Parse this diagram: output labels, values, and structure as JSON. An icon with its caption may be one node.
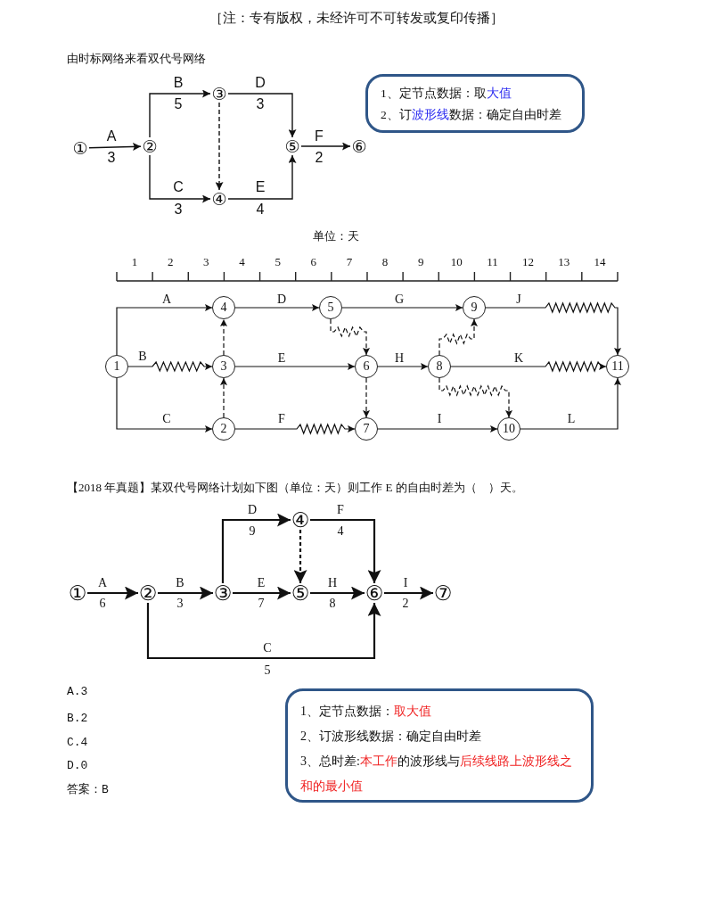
{
  "diagram": {
    "nodes": [
      {
        "text": [
          "①"
        ]
      },
      {
        "text": [
          "②"
        ]
      },
      {
        "text": [
          "③"
        ]
      },
      {
        "text": [
          "④"
        ]
      },
      {
        "text": [
          "⑤"
        ]
      },
      {
        "text": [
          "⑥"
        ]
      },
      {
        "text": [
          "1、定节点数据：取**大值**",
          "2、订**波形线**数据：确定自由时差"
        ]
      },
      {
        "text": [
          "1"
        ]
      },
      {
        "text": [
          "2"
        ]
      },
      {
        "text": [
          "3"
        ]
      },
      {
        "text": [
          "4"
        ]
      },
      {
        "text": [
          "5"
        ]
      },
      {
        "text": [
          "6"
        ]
      },
      {
        "text": [
          "7"
        ]
      },
      {
        "text": [
          "8"
        ]
      },
      {
        "text": [
          "9"
        ]
      },
      {
        "text": [
          "10"
        ]
      },
      {
        "text": [
          "11"
        ]
      },
      {
        "text": [
          "①"
        ]
      },
      {
        "text": [
          "②"
        ]
      },
      {
        "text": [
          "③"
        ]
      },
      {
        "text": [
          "④"
        ]
      },
      {
        "text": [
          "⑤"
        ]
      },
      {
        "text": [
          "⑥"
        ]
      },
      {
        "text": [
          "⑦"
        ]
      },
      {
        "text": [
          "1、定节点数据：**取大值**",
          "2、订波形线数据：确定自由时差",
          "3、总时差:**本工作**的波形线与**后续线路上波形线之和的最小值**"
        ]
      }
    ],
    "edges": [
      {
        "from": 0,
        "to": 1,
        "arrow": "to",
        "label": "A"
      },
      {
        "from": 1,
        "to": 2,
        "arrow": "to",
        "label": "B"
      },
      {
        "from": 1,
        "to": 3,
        "arrow": "to",
        "label": "C"
      },
      {
        "from": 2,
        "to": 4,
        "arrow": "to",
        "label": "D"
      },
      {
        "from": 3,
        "to": 4,
        "arrow": "to",
        "label": "E"
      },
      {
        "from": 4,
        "to": 5,
        "arrow": "to",
        "label": "F"
      },
      {
        "from": 2,
        "to": 3,
        "arrow": "to",
        "style": "dashed"
      },
      {
        "from": 7,
        "to": 10,
        "arrow": "to",
        "label": "A"
      },
      {
        "from": 7,
        "to": 9,
        "arrow": "to",
        "label": "B"
      },
      {
        "from": 7,
        "to": 8,
        "arrow": "to",
        "label": "C"
      },
      {
        "from": 10,
        "to": 11,
        "arrow": "to",
        "label": "D"
      },
      {
        "from": 9,
        "to": 12,
        "arrow": "to",
        "label": "E"
      },
      {
        "from": 8,
        "to": 13,
        "arrow": "to",
        "label": "F"
      },
      {
        "from": 11,
        "to": 15,
        "arrow": "to",
        "label": "G"
      },
      {
        "from": 12,
        "to": 14,
        "arrow": "to",
        "label": "H"
      },
      {
        "from": 13,
        "to": 16,
        "arrow": "to",
        "label": "I"
      },
      {
        "from": 15,
        "to": 17,
        "arrow": "to",
        "label": "J"
      },
      {
        "from": 14,
        "to": 17,
        "arrow": "to",
        "label": "K"
      },
      {
        "from": 16,
        "to": 17,
        "arrow": "to",
        "label": "L"
      },
      {
        "from": 9,
        "to": 10,
        "arrow": "to",
        "style": "dashed"
      },
      {
        "from": 8,
        "to": 9,
        "arrow": "to",
        "style": "dashed"
      },
      {
        "from": 11,
        "to": 12,
        "arrow": "to",
        "style": "dashed"
      },
      {
        "from": 12,
        "to": 13,
        "arrow": "to",
        "style": "dashed"
      },
      {
        "from": 14,
        "to": 15,
        "arrow": "to",
        "style": "dashed"
      },
      {
        "from": 14,
        "to": 16,
        "arrow": "to",
        "style": "dashed"
      },
      {
        "from": 18,
        "to": 19,
        "arrow": "to",
        "label": "A"
      },
      {
        "from": 19,
        "to": 20,
        "arrow": "to",
        "label": "B"
      },
      {
        "from": 20,
        "to": 21,
        "arrow": "to",
        "label": "D"
      },
      {
        "from": 20,
        "to": 22,
        "arrow": "to",
        "label": "E"
      },
      {
        "from": 21,
        "to": 23,
        "arrow": "to",
        "label": "F"
      },
      {
        "from": 22,
        "to": 23,
        "arrow": "to",
        "label": "H"
      },
      {
        "from": 23,
        "to": 24,
        "arrow": "to",
        "label": "I"
      },
      {
        "from": 19,
        "to": 23,
        "arrow": "to",
        "label": "C"
      },
      {
        "from": 21,
        "to": 22,
        "arrow": "to",
        "style": "dashed"
      }
    ],
    "labels": [
      "［注：专有版权，未经许可不可转发或复印传播］",
      "由时标网络来看双代号网络",
      "3",
      "5",
      "3",
      "3",
      "4",
      "2",
      "单位：天",
      "1",
      "2",
      "3",
      "4",
      "5",
      "6",
      "7",
      "8",
      "9",
      "10",
      "11",
      "12",
      "13",
      "14",
      "【2018 年真题】某双代号网络计划如下图（单位：天）则工作 E 的自由时差为（　）天。",
      "6",
      "3",
      "9",
      "7",
      "4",
      "8",
      "2",
      "5",
      "A.3",
      "B.2",
      "C.4",
      "D.0",
      "答案：B"
    ]
  }
}
